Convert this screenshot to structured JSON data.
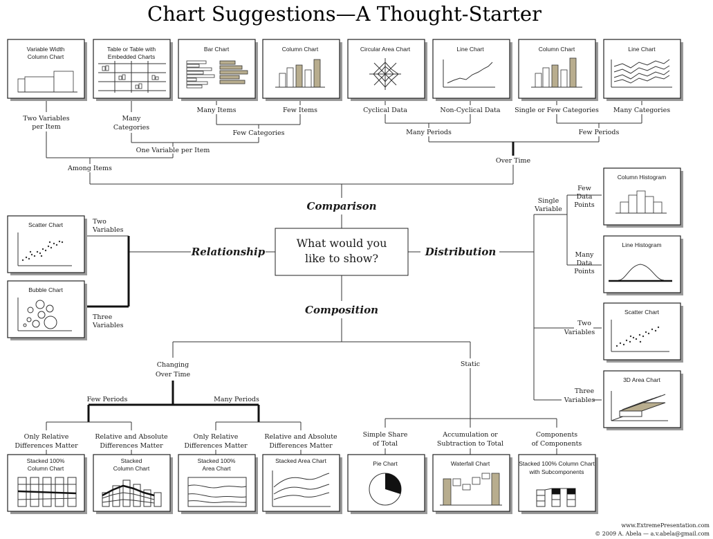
{
  "title": "Chart Suggestions—A Thought-Starter",
  "question_line1": "What would you",
  "question_line2": "like to show?",
  "categories": {
    "comparison": "Comparison",
    "relationship": "Relationship",
    "distribution": "Distribution",
    "composition": "Composition"
  },
  "boxes": {
    "variable_width": [
      "Variable Width",
      "Column Chart"
    ],
    "table_embedded": [
      "Table or Table with",
      "Embedded Charts"
    ],
    "bar_chart": "Bar Chart",
    "column_chart_few": "Column Chart",
    "circular_area": "Circular Area Chart",
    "line_chart_noncyc": "Line Chart",
    "column_chart_time": "Column Chart",
    "line_chart_many": "Line Chart",
    "scatter_rel": "Scatter Chart",
    "bubble": "Bubble Chart",
    "column_histogram": "Column Histogram",
    "line_histogram": "Line Histogram",
    "scatter_dist": "Scatter Chart",
    "area_3d": "3D Area Chart",
    "stacked100_col": [
      "Stacked 100%",
      "Column Chart"
    ],
    "stacked_col": [
      "Stacked",
      "Column Chart"
    ],
    "stacked100_area": [
      "Stacked 100%",
      "Area Chart"
    ],
    "stacked_area": "Stacked Area Chart",
    "pie": "Pie Chart",
    "waterfall": "Waterfall Chart",
    "stacked100_sub": [
      "Stacked 100% Column Chart",
      "with Subcomponents"
    ]
  },
  "labels": {
    "two_vars_per_item": [
      "Two Variables",
      "per Item"
    ],
    "many_categories_table": [
      "Many",
      "Categories"
    ],
    "many_items": "Many Items",
    "few_items": "Few Items",
    "cyclical": "Cyclical Data",
    "non_cyclical": "Non-Cyclical Data",
    "single_few_cat": "Single or Few Categories",
    "many_cat": "Many Categories",
    "few_categories": "Few Categories",
    "many_periods": "Many Periods",
    "few_periods": "Few Periods",
    "one_var_per_item": "One Variable per Item",
    "among_items": "Among Items",
    "over_time": "Over Time",
    "rel_two_vars": [
      "Two",
      "Variables"
    ],
    "rel_three_vars": [
      "Three",
      "Variables"
    ],
    "single_variable": [
      "Single",
      "Variable"
    ],
    "few_data_points": [
      "Few",
      "Data",
      "Points"
    ],
    "many_data_points": [
      "Many",
      "Data",
      "Points"
    ],
    "dist_two_vars": [
      "Two",
      "Variables"
    ],
    "dist_three_vars": [
      "Three",
      "Variables"
    ],
    "changing_over_time": [
      "Changing",
      "Over Time"
    ],
    "static": "Static",
    "comp_few_periods": "Few Periods",
    "comp_many_periods": "Many Periods",
    "only_relative_1": [
      "Only Relative",
      "Differences Matter"
    ],
    "rel_abs_1": [
      "Relative and Absolute",
      "Differences Matter"
    ],
    "only_relative_2": [
      "Only Relative",
      "Differences Matter"
    ],
    "rel_abs_2": [
      "Relative and Absolute",
      "Differences Matter"
    ],
    "simple_share": [
      "Simple Share",
      "of Total"
    ],
    "accumulation": [
      "Accumulation or",
      "Subtraction to Total"
    ],
    "components": [
      "Components",
      "of Components"
    ]
  },
  "credit": {
    "line1": "www.ExtremePresentation.com",
    "line2": "© 2009  A. Abela — a.v.abela@gmail.com"
  },
  "colors": {
    "accent": "#b8ad8e",
    "line": "#333333",
    "shade": "#9a9a9a"
  }
}
